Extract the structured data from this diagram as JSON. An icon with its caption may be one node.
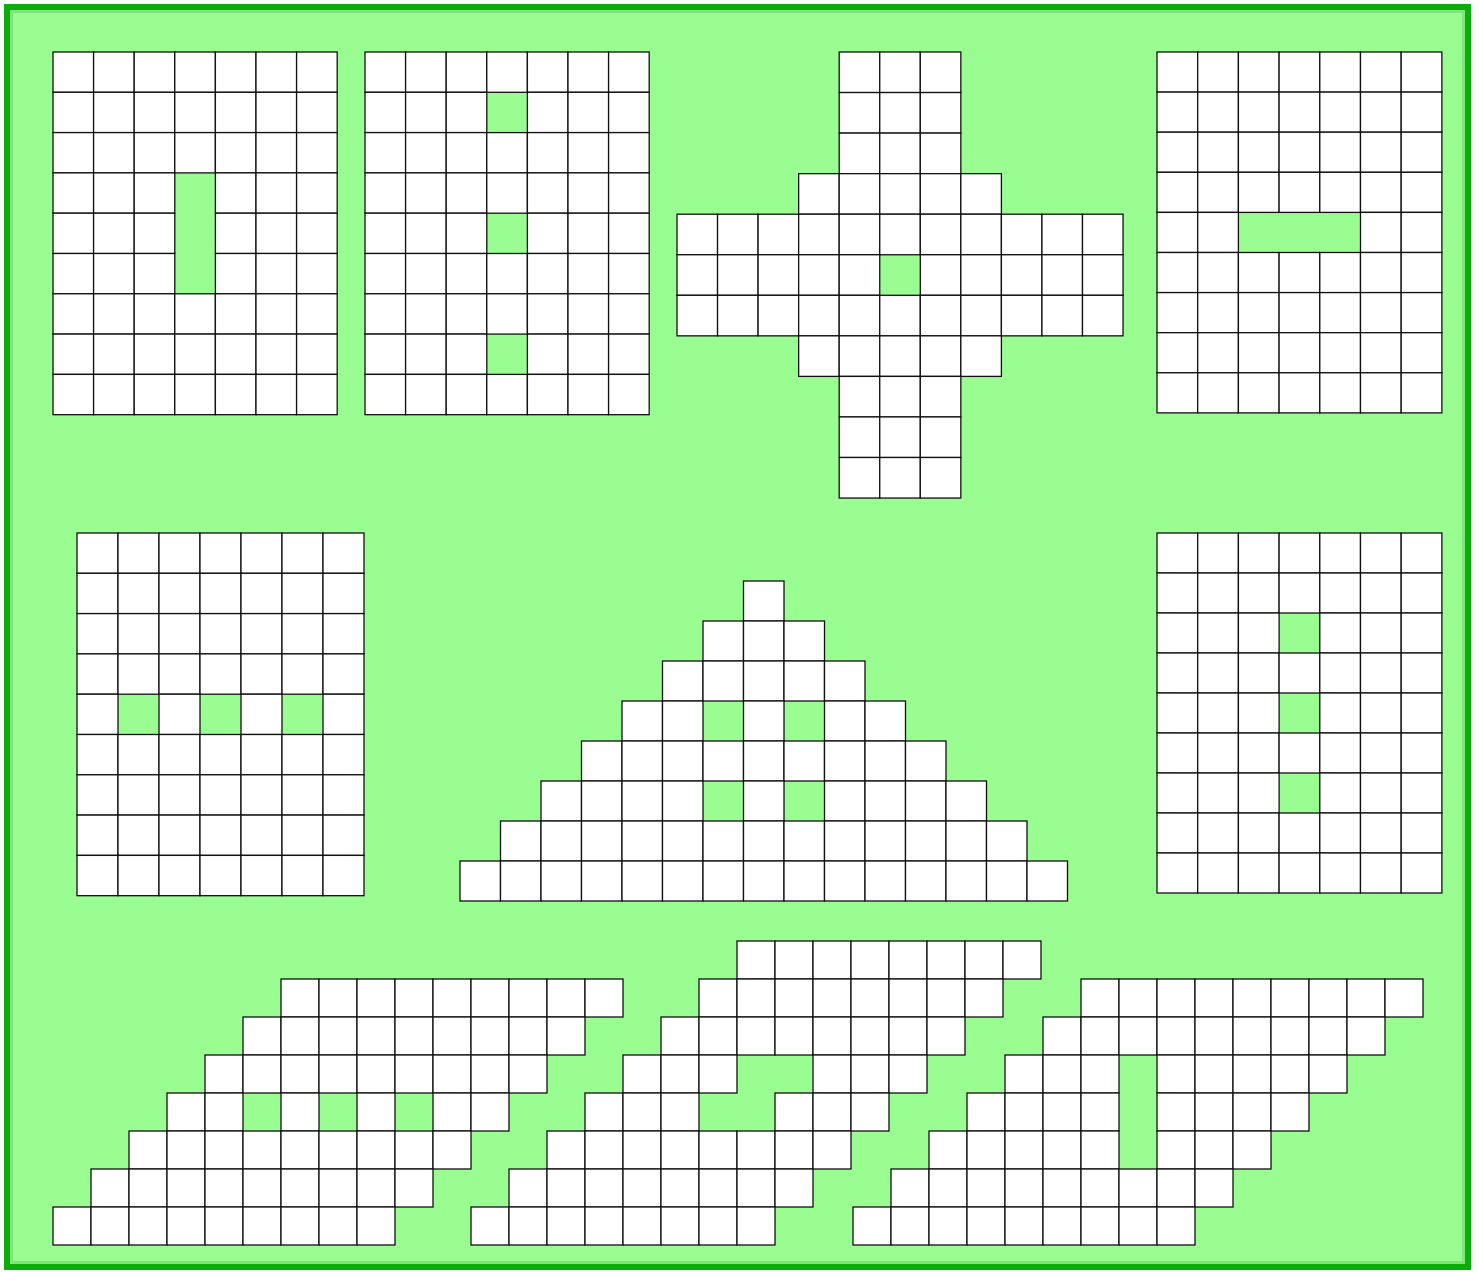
{
  "diagram": {
    "nodes": [
      {
        "text": [],
        "shape": "grid"
      },
      {
        "text": [],
        "shape": "grid"
      },
      {
        "text": [],
        "shape": "grid"
      },
      {
        "text": [],
        "shape": "grid"
      },
      {
        "text": [],
        "shape": "grid"
      },
      {
        "text": [],
        "shape": "grid"
      },
      {
        "text": [],
        "shape": "grid"
      },
      {
        "text": [],
        "shape": "grid"
      },
      {
        "text": [],
        "shape": "grid"
      },
      {
        "text": [],
        "shape": "grid"
      }
    ]
  }
}
